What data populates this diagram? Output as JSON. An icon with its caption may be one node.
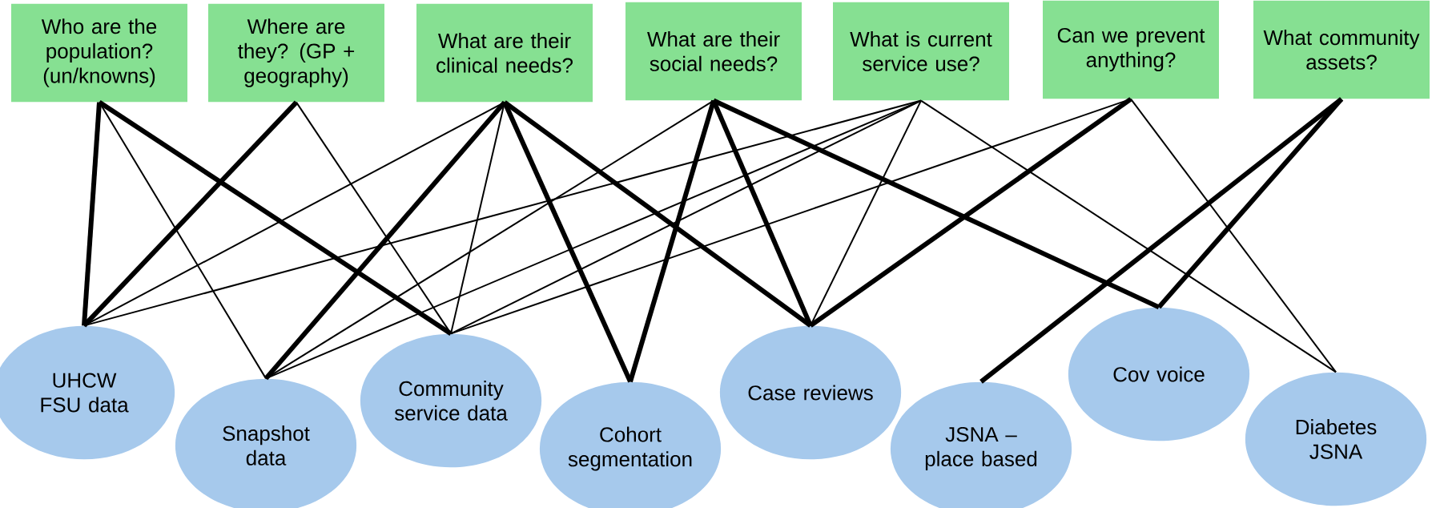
{
  "diagram": {
    "nodes": [
      {
        "text": [
          "Who are the population? (un/knowns)"
        ]
      },
      {
        "text": [
          "Where are they? (GP + geography)"
        ]
      },
      {
        "text": [
          "What are their clinical needs?"
        ]
      },
      {
        "text": [
          "What are their social needs?"
        ]
      },
      {
        "text": [
          "What is current service use?"
        ]
      },
      {
        "text": [
          "Can we prevent anything?"
        ]
      },
      {
        "text": [
          "What community assets?"
        ]
      },
      {
        "text": [
          "UHCW FSU data"
        ]
      },
      {
        "text": [
          "Snapshot data"
        ]
      },
      {
        "text": [
          "Community service data"
        ]
      },
      {
        "text": [
          "Cohort segmentation"
        ]
      },
      {
        "text": [
          "Case reviews"
        ]
      },
      {
        "text": [
          "JSNA – place based"
        ]
      },
      {
        "text": [
          "Cov voice"
        ]
      },
      {
        "text": [
          "Diabetes JSNA"
        ]
      }
    ],
    "edges": [
      {
        "from": 0,
        "to": 7,
        "arrow": "none",
        "style": "thick"
      },
      {
        "from": 0,
        "to": 8,
        "arrow": "none"
      },
      {
        "from": 0,
        "to": 9,
        "arrow": "none",
        "style": "thick"
      },
      {
        "from": 1,
        "to": 7,
        "arrow": "none",
        "style": "thick"
      },
      {
        "from": 1,
        "to": 9,
        "arrow": "none"
      },
      {
        "from": 2,
        "to": 7,
        "arrow": "none"
      },
      {
        "from": 2,
        "to": 8,
        "arrow": "none",
        "style": "thick"
      },
      {
        "from": 2,
        "to": 9,
        "arrow": "none"
      },
      {
        "from": 2,
        "to": 10,
        "arrow": "none",
        "style": "thick"
      },
      {
        "from": 2,
        "to": 11,
        "arrow": "none",
        "style": "thick"
      },
      {
        "from": 3,
        "to": 8,
        "arrow": "none"
      },
      {
        "from": 3,
        "to": 10,
        "arrow": "none",
        "style": "thick"
      },
      {
        "from": 3,
        "to": 11,
        "arrow": "none",
        "style": "thick"
      },
      {
        "from": 3,
        "to": 13,
        "arrow": "none",
        "style": "thick"
      },
      {
        "from": 4,
        "to": 7,
        "arrow": "none"
      },
      {
        "from": 4,
        "to": 8,
        "arrow": "none"
      },
      {
        "from": 4,
        "to": 9,
        "arrow": "none"
      },
      {
        "from": 4,
        "to": 11,
        "arrow": "none"
      },
      {
        "from": 4,
        "to": 14,
        "arrow": "none"
      },
      {
        "from": 5,
        "to": 9,
        "arrow": "none"
      },
      {
        "from": 5,
        "to": 11,
        "arrow": "none",
        "style": "thick"
      },
      {
        "from": 5,
        "to": 14,
        "arrow": "none"
      },
      {
        "from": 6,
        "to": 12,
        "arrow": "none",
        "style": "thick"
      },
      {
        "from": 6,
        "to": 13,
        "arrow": "none",
        "style": "thick"
      }
    ]
  }
}
